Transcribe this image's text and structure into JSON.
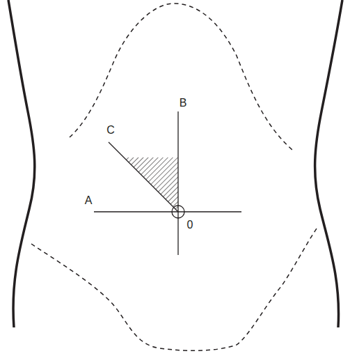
{
  "diagram": {
    "labels": [
      "A",
      "B",
      "C",
      "0"
    ]
  }
}
